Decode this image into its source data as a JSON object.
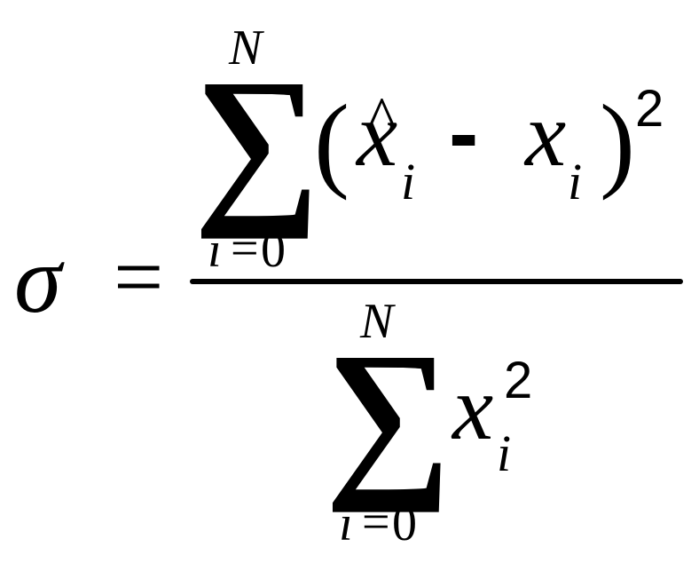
{
  "formula": {
    "lhs": "σ",
    "equals": "=",
    "numerator": {
      "sum_symbol": "∑",
      "upper_limit": "N",
      "lower_index": "i",
      "lower_equals": "=",
      "lower_value": "0",
      "open_paren": "(",
      "hat_var": "x",
      "hat_mark": "^",
      "hat_subscript": "i",
      "minus": "-",
      "var": "x",
      "var_subscript": "i",
      "close_paren": ")",
      "exponent": "2"
    },
    "denominator": {
      "sum_symbol": "∑",
      "upper_limit": "N",
      "lower_index": "i",
      "lower_equals": "=",
      "lower_value": "0",
      "var": "x",
      "var_subscript": "i",
      "exponent": "2"
    }
  }
}
